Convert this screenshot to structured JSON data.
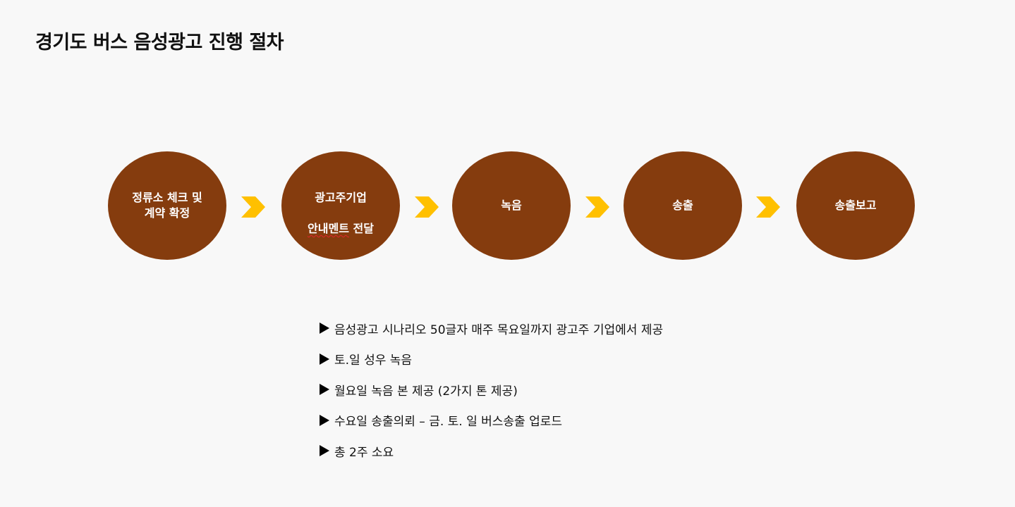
{
  "title": "경기도 버스 음성광고 진행 절차",
  "steps": [
    {
      "label": "정류소 체크 및\n계약 확정"
    },
    {
      "label_line1": "광고주기업",
      "label_line2_underlined": "안내멘트",
      "label_line2_rest": " 전달"
    },
    {
      "label": "녹음"
    },
    {
      "label": "송출"
    },
    {
      "label": "송출보고"
    }
  ],
  "notes": [
    "음성광고 시나리오 50글자 매주 목요일까지 광고주 기업에서 제공",
    "토.일 성우 녹음",
    "월요일 녹음 본 제공 (2가지 톤 제공)",
    "수요일 송출의뢰 – 금. 토. 일 버스송출 업로드",
    "총 2주 소요"
  ],
  "colors": {
    "circle": "#853c0e",
    "arrow": "#ffc000",
    "background": "#f8f8f8"
  },
  "icons": {
    "connector": "chevron-right-icon",
    "bullet": "triangle-right-icon"
  }
}
